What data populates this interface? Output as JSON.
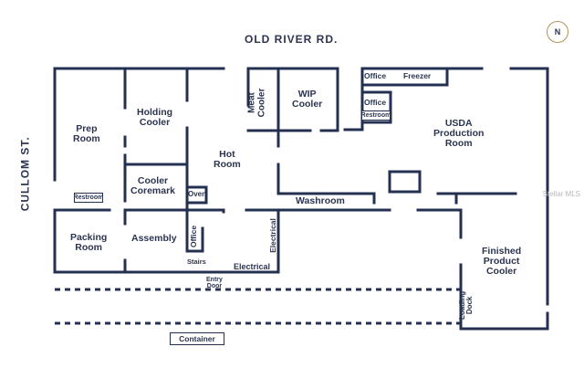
{
  "roads": {
    "north": "OLD RIVER RD.",
    "west": "CULLOM ST."
  },
  "compass": {
    "label": "N"
  },
  "rooms": {
    "prep_room": "Prep\nRoom",
    "holding_cooler": "Holding\nCooler",
    "meat_cooler": "Meat\nCooler",
    "wip_cooler": "WIP\nCooler",
    "office_1": "Office",
    "freezer": "Freezer",
    "office_2": "Office",
    "restroom_1": "Restroom",
    "usda_production_room": "USDA\nProduction\nRoom",
    "hot_room": "Hot\nRoom",
    "cooler_coremark": "Cooler\nCoremark",
    "oven": "Oven",
    "restroom_2": "Restroom",
    "washroom": "Washroom",
    "packing_room": "Packing\nRoom",
    "assembly": "Assembly",
    "office_3": "Office",
    "stairs": "Stairs",
    "electrical_vertical": "Electrical",
    "electrical": "Electrical",
    "entry_door": "Entry\nDoor",
    "finished_product_cooler": "Finished\nProduct\nCooler",
    "loading_dock": "Loading\nDock",
    "container": "Container"
  },
  "watermark": "Stellar MLS",
  "colors": {
    "wall": "#243052",
    "text": "#2b3550",
    "compass_ring": "#b4935a"
  }
}
